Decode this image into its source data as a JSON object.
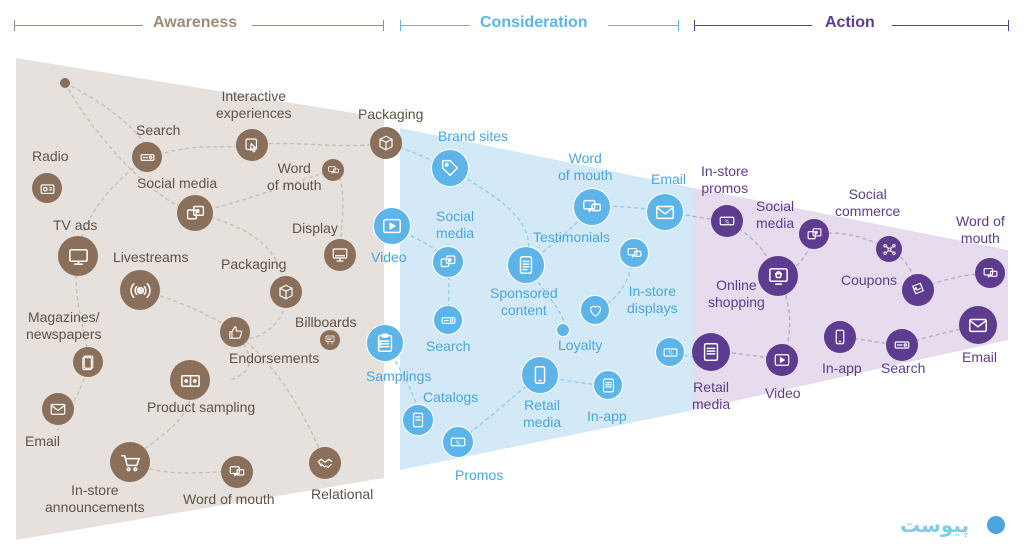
{
  "stages": [
    {
      "name": "Awareness",
      "color": "#9d8b78"
    },
    {
      "name": "Consideration",
      "color": "#5cb4e8"
    },
    {
      "name": "Action",
      "color": "#5d3c8f"
    }
  ],
  "colors": {
    "awareness_bg": "#e6e1dc",
    "awareness_node": "#8a6f5a",
    "consideration_bg": "#d3e9f7",
    "consideration_node": "#5cb4e8",
    "action_bg": "#e7dced",
    "action_node": "#5d3c8f",
    "dashes": "#bdb4ab"
  },
  "awareness": {
    "labels": [
      "Radio",
      "Search",
      "Interactive\nexperiences",
      "Packaging",
      "Social media",
      "Word\nof mouth",
      "TV ads",
      "Livestreams",
      "Display",
      "Packaging",
      "Magazines/\nnewspapers",
      "Billboards",
      "Endorsements",
      "Product sampling",
      "Email",
      "In-store\nannouncements",
      "Word of mouth",
      "Relational"
    ]
  },
  "consideration": {
    "labels": [
      "Brand sites",
      "Word\nof mouth",
      "Email",
      "Video",
      "Social\nmedia",
      "Testimonials",
      "Sponsored\ncontent",
      "In-store\ndisplays",
      "Search",
      "Loyalty",
      "Samplings",
      "Catalogs",
      "Retail\nmedia",
      "In-app",
      "Promos"
    ]
  },
  "action": {
    "labels": [
      "In-store\npromos",
      "Social\nmedia",
      "Social\ncommerce",
      "Word of\nmouth",
      "Online\nshopping",
      "Coupons",
      "Retail\nmedia",
      "Video",
      "In-app",
      "Search",
      "Email"
    ]
  },
  "icons": {
    "awareness": [
      "dot-icon",
      "radio-icon",
      "search-icon",
      "pointer-icon",
      "box-icon",
      "social-media-icon",
      "chat-icon",
      "tv-icon",
      "livestream-icon",
      "display-icon",
      "box-icon",
      "magazine-icon",
      "billboard-icon",
      "thumbs-up-icon",
      "product-sampling-icon",
      "email-icon",
      "cart-icon",
      "chat-icon",
      "handshake-icon"
    ],
    "consideration": [
      "tag-icon",
      "chat-icon",
      "email-icon",
      "video-icon",
      "social-media-icon",
      "content-icon",
      "chat-icon",
      "search-icon",
      "loyalty-icon",
      "small-dot-icon",
      "clipboard-icon",
      "catalog-icon",
      "mobile-icon",
      "retail-icon",
      "promo-icon",
      "promo-icon"
    ],
    "action": [
      "promo-icon",
      "social-media-icon",
      "network-icon",
      "chat-icon",
      "online-shopping-icon",
      "coupon-icon",
      "retail-icon",
      "video-icon",
      "mobile-icon",
      "search-icon",
      "email-icon"
    ]
  },
  "logo": {
    "text": "پیوست"
  }
}
